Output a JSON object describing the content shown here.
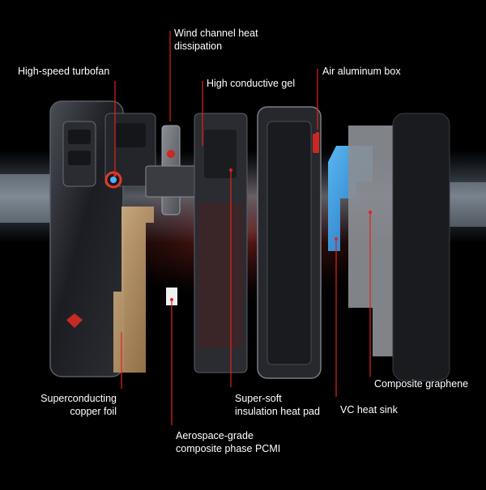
{
  "labels": {
    "wind_channel_line1": "Wind channel heat",
    "wind_channel_line2": "dissipation",
    "turbofan": "High-speed turbofan",
    "gel": "High conductive gel",
    "box": "Air aluminum box",
    "copper_line1": "Superconducting",
    "copper_line2": "copper foil",
    "pad_line1": "Super-soft",
    "pad_line2": "insulation heat pad",
    "vc": "VC heat sink",
    "graphene": "Composite graphene",
    "pcmi_line1": "Aerospace-grade",
    "pcmi_line2": "composite phase PCMI"
  },
  "colors": {
    "background": "#000000",
    "accent_red": "#e0231b",
    "vc_blue": "#2a8fd9",
    "copper": "#c8a070"
  }
}
